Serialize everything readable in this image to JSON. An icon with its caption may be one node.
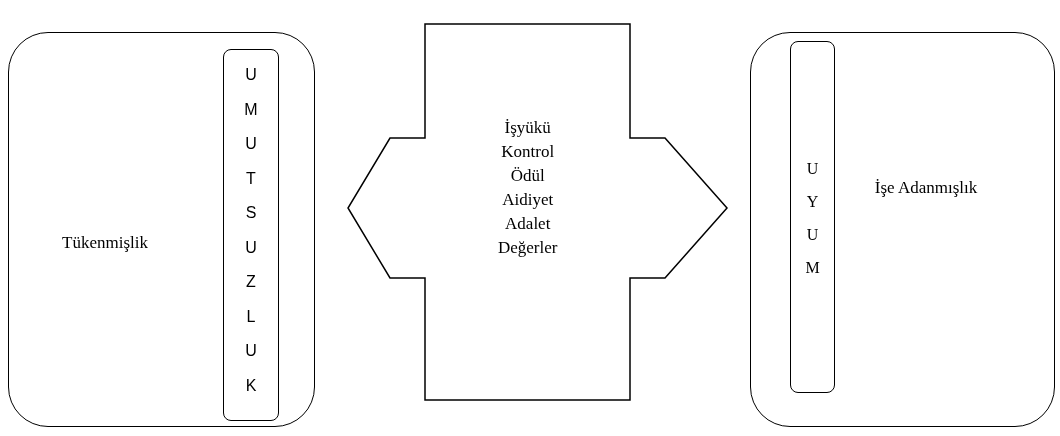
{
  "diagram": {
    "nodes": [
      {
        "text": [
          "Tükenmişlik"
        ]
      },
      {
        "text": [
          "UMUTSUZLUK"
        ],
        "in": 0
      },
      {
        "text": [
          "İşe Adanmışlık"
        ]
      },
      {
        "text": [
          "UYUM"
        ],
        "in": 2
      }
    ],
    "edges": [
      {
        "from": 0,
        "to": 2,
        "arrow": "both",
        "label": "İşyükü Kontrol Ödül Aidiyet Adalet Değerler"
      }
    ]
  }
}
